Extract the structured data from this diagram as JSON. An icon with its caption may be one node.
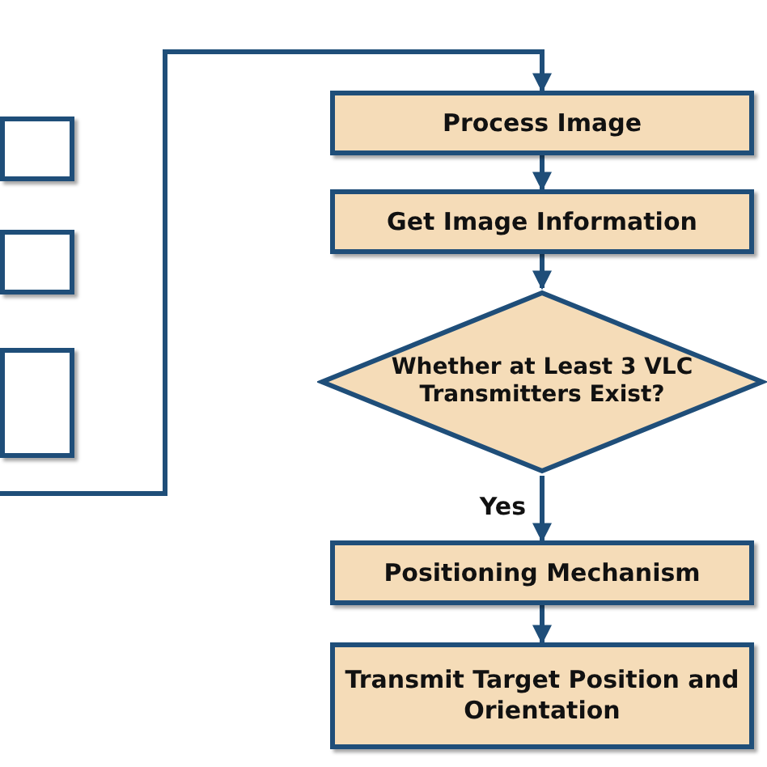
{
  "diagram": {
    "nodes": [
      {
        "text": [],
        "shape": "box"
      },
      {
        "text": [],
        "shape": "box"
      },
      {
        "text": [],
        "shape": "box"
      },
      {
        "text": [
          "Process Image"
        ]
      },
      {
        "text": [
          "Get Image Information"
        ]
      },
      {
        "text": [
          "Whether at Least 3 VLC Transmitters Exist?"
        ]
      },
      {
        "text": [
          "Positioning Mechanism"
        ]
      },
      {
        "text": [
          "Transmit Target Position and Orientation"
        ]
      }
    ],
    "edges": [
      {
        "from": null,
        "to": 3,
        "arrow": "to"
      },
      {
        "from": 3,
        "to": 4,
        "arrow": "to"
      },
      {
        "from": 4,
        "to": 5,
        "arrow": "to"
      },
      {
        "from": 5,
        "to": 6,
        "arrow": "to",
        "label": "Yes"
      },
      {
        "from": 6,
        "to": 7,
        "arrow": "to"
      }
    ]
  }
}
